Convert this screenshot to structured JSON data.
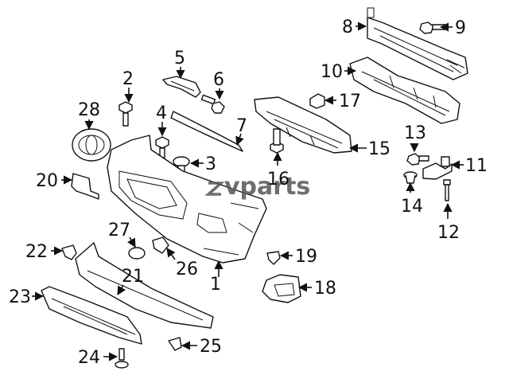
{
  "watermark": {
    "brand": "vparts"
  },
  "callouts": [
    "1",
    "2",
    "3",
    "4",
    "5",
    "6",
    "7",
    "8",
    "9",
    "10",
    "11",
    "12",
    "13",
    "14",
    "15",
    "16",
    "17",
    "18",
    "19",
    "20",
    "21",
    "22",
    "23",
    "24",
    "25",
    "26",
    "27",
    "28"
  ]
}
